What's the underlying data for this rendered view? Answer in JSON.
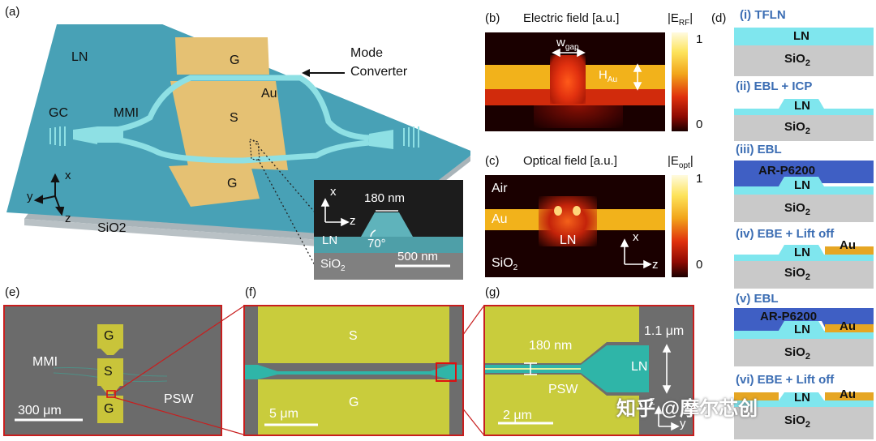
{
  "panels": {
    "a": {
      "tag": "(a)",
      "labels": {
        "ln": "LN",
        "g_top": "G",
        "mode": "Mode",
        "converter": "Converter",
        "au": "Au",
        "s": "S",
        "gc": "GC",
        "mmi": "MMI",
        "g_bottom": "G",
        "sio2": "SiO2",
        "x": "x",
        "y": "y",
        "z": "z"
      },
      "inset": {
        "x": "x",
        "z": "z",
        "width": "180 nm",
        "ln": "LN",
        "angle": "70°",
        "sio2": "SiO",
        "sio2_sub": "2",
        "scale": "500 nm"
      }
    },
    "b": {
      "tag": "(b)",
      "title": "Electric field [a.u.]",
      "cbar_label": "|E",
      "cbar_sub": "RF",
      "cbar_close": "|",
      "w": "w",
      "w_sub": "gap",
      "h": "H",
      "h_sub": "Au",
      "max": "1",
      "min": "0"
    },
    "c": {
      "tag": "(c)",
      "title": "Optical field [a.u.]",
      "cbar_label": "|E",
      "cbar_sub": "opt",
      "cbar_close": "|",
      "air": "Air",
      "au": "Au",
      "ln": "LN",
      "sio2": "SiO",
      "sio2_sub": "2",
      "x": "x",
      "z": "z",
      "max": "1",
      "min": "0"
    },
    "d": {
      "tag": "(d)",
      "steps": [
        {
          "title": "(i) TFLN",
          "top": "LN",
          "bottom": "SiO",
          "sub": "2"
        },
        {
          "title": "(ii) EBL + ICP",
          "top": "LN",
          "bottom": "SiO",
          "sub": "2"
        },
        {
          "title": "(iii) EBL",
          "resist": "AR-P6200",
          "top": "LN",
          "bottom": "SiO",
          "sub": "2"
        },
        {
          "title": "(iv) EBE + Lift off",
          "top": "LN",
          "metal": "Au",
          "bottom": "SiO",
          "sub": "2"
        },
        {
          "title": "(v) EBL",
          "resist": "AR-P6200",
          "top": "LN",
          "metal": "Au",
          "bottom": "SiO",
          "sub": "2"
        },
        {
          "title": "(vi) EBE + Lift off",
          "top": "LN",
          "metal": "Au",
          "bottom": "SiO",
          "sub": "2"
        }
      ]
    },
    "e": {
      "tag": "(e)",
      "g1": "G",
      "s": "S",
      "g2": "G",
      "mmi": "MMI",
      "psw": "PSW",
      "scale": "300 μm"
    },
    "f": {
      "tag": "(f)",
      "s": "S",
      "g": "G",
      "scale": "5 μm"
    },
    "g": {
      "tag": "(g)",
      "width1": "180 nm",
      "width2": "1.1 μm",
      "ln": "LN",
      "psw": "PSW",
      "scale": "2 μm",
      "z": "z",
      "y": "y"
    }
  },
  "watermark": "知乎 @摩尔芯创",
  "colors": {
    "ln": "#3aa7b5",
    "gold": "#e6c27a",
    "step_title": "#3b6db3",
    "frame": "#c81e1e",
    "cyan": "#7fe6ee"
  }
}
